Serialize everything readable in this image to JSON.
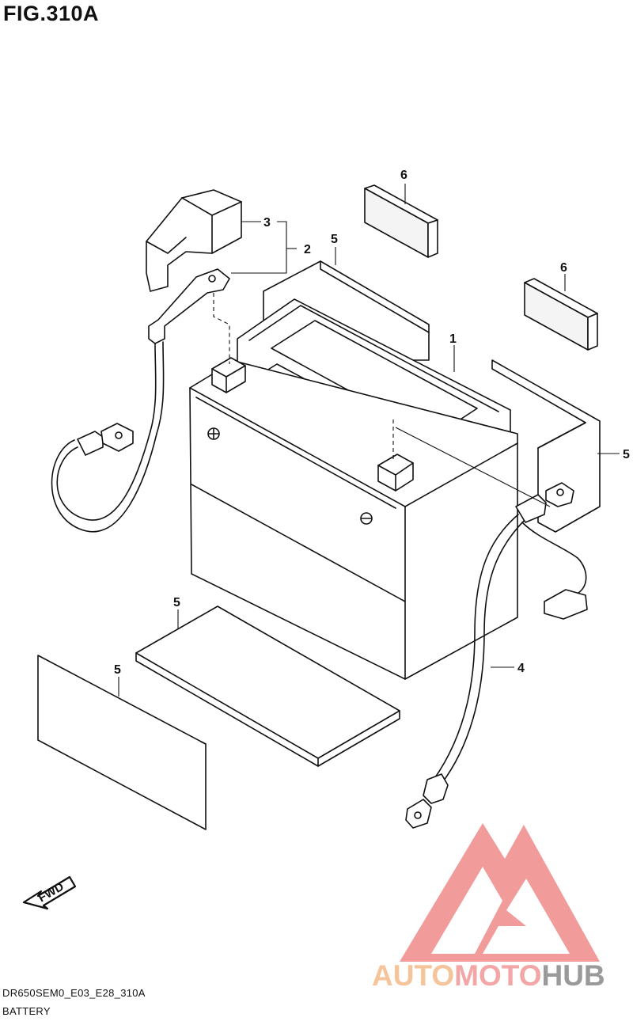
{
  "figure": {
    "title": "FIG.310A",
    "model_code": "DR650SEM0_E03_E28_310A",
    "section_name": "BATTERY"
  },
  "callouts": [
    "1",
    "2",
    "3",
    "4",
    "5",
    "5",
    "5",
    "5",
    "6",
    "6"
  ],
  "parts": [
    {
      "ref": "1",
      "icon": "battery-icon"
    },
    {
      "ref": "2",
      "icon": "negative-lead-icon"
    },
    {
      "ref": "3",
      "icon": "terminal-cover-icon"
    },
    {
      "ref": "4",
      "icon": "positive-lead-icon"
    },
    {
      "ref": "5",
      "icon": "cushion-pad-icon"
    },
    {
      "ref": "6",
      "icon": "spacer-block-icon"
    }
  ],
  "fwd_label": "FWD",
  "watermark": {
    "text_a": "AUTO",
    "text_b": "MOTO",
    "text_c": "HUB",
    "colors": {
      "a": "#f5c49a",
      "b": "#f2a6a6",
      "c": "#9a9a9a",
      "logo": "#f08a8a"
    }
  }
}
